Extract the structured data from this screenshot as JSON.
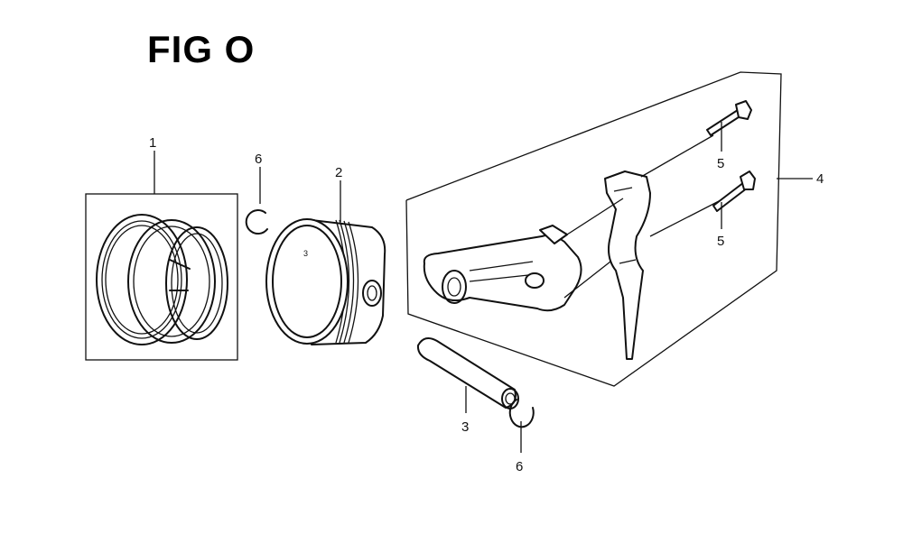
{
  "figure": {
    "title": "FIG O"
  },
  "callouts": {
    "piston_rings": "1",
    "piston": "2",
    "piston_pin": "3",
    "connecting_rod_assy": "4",
    "rod_bolt_upper": "5",
    "rod_bolt_lower": "5",
    "clip_upper": "6",
    "clip_lower": "6"
  },
  "piston_mark": "3"
}
